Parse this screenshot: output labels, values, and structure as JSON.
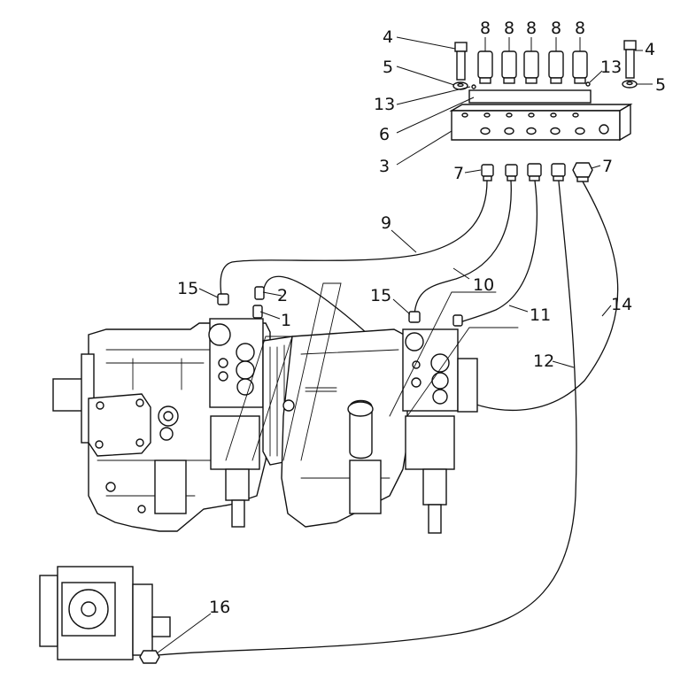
{
  "callouts": {
    "c1": "1",
    "c2": "2",
    "c3": "3",
    "c4a": "4",
    "c4b": "4",
    "c5a": "5",
    "c5b": "5",
    "c6": "6",
    "c7a": "7",
    "c7b": "7",
    "c8a": "8",
    "c8b": "8",
    "c8c": "8",
    "c8d": "8",
    "c8e": "8",
    "c9": "9",
    "c10": "10",
    "c11": "11",
    "c12": "12",
    "c13a": "13",
    "c13b": "13",
    "c14": "14",
    "c15a": "15",
    "c15b": "15",
    "c16": "16"
  }
}
